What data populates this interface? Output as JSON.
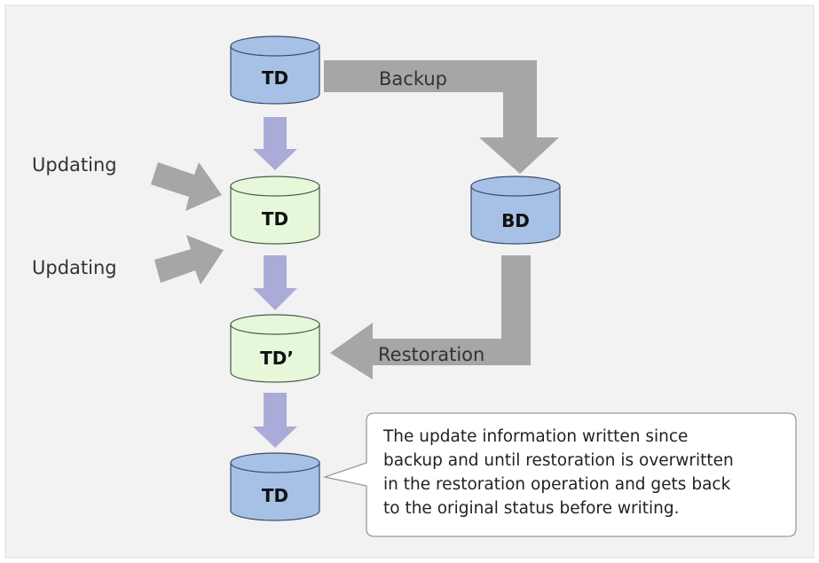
{
  "diagram": {
    "cylinders": {
      "td_top": "TD",
      "td_updating": "TD",
      "bd": "BD",
      "td_prime": "TD’",
      "td_bottom": "TD"
    },
    "labels": {
      "backup": "Backup",
      "updating_1": "Updating",
      "updating_2": "Updating",
      "restoration": "Restoration"
    },
    "callout": {
      "lines": [
        "The update information written since",
        "backup and until restoration is overwritten",
        "in the restoration operation and gets back",
        "to the original status before writing."
      ]
    },
    "colors": {
      "background": "#f2f2f2",
      "blue_cylinder": "#a7c1e6",
      "green_cylinder": "#e7f8da",
      "gray_arrow": "#a6a6a6",
      "lavender_arrow": "#ababd9"
    }
  }
}
